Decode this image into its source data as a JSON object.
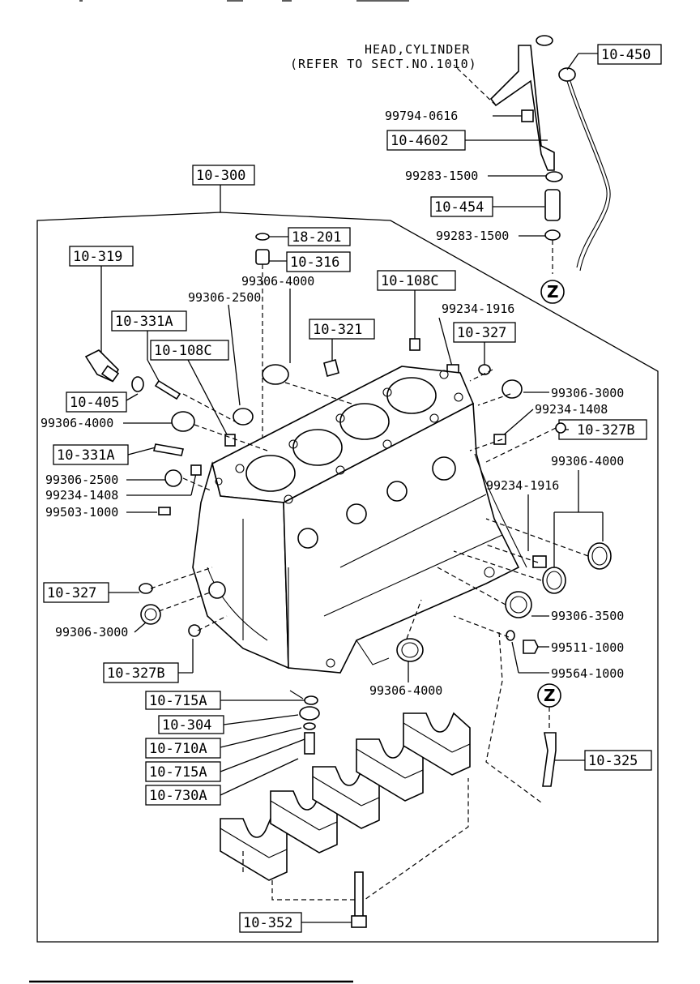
{
  "header": {
    "note_line1": "HEAD,CYLINDER",
    "note_line2": "(REFER TO SECT.NO.1010)"
  },
  "boxed_labels": {
    "b10_450": "10-450",
    "b10_4602": "10-4602",
    "b10_454": "10-454",
    "b10_300": "10-300",
    "b18_201": "18-201",
    "b10_316": "10-316",
    "b10_319": "10-319",
    "b10_108c_top": "10-108C",
    "b10_331a_top": "10-331A",
    "b10_321": "10-321",
    "b10_327_top": "10-327",
    "b10_108c_left": "10-108C",
    "b10_405": "10-405",
    "b10_327b_right": "10-327B",
    "b10_331a_mid": "10-331A",
    "b10_327_left": "10-327",
    "b10_327b_left": "10-327B",
    "b10_715a_1": "10-715A",
    "b10_304": "10-304",
    "b10_710a": "10-710A",
    "b10_715a_2": "10-715A",
    "b10_730a": "10-730A",
    "b10_325": "10-325",
    "b10_352": "10-352"
  },
  "part_numbers": {
    "p99794_0616": "99794-0616",
    "p99283_1500_a": "99283-1500",
    "p99283_1500_b": "99283-1500",
    "p99306_4000_top": "99306-4000",
    "p99306_2500_top": "99306-2500",
    "p99234_1916_top": "99234-1916",
    "p99306_3000_right": "99306-3000",
    "p99234_1408_right": "99234-1408",
    "p99306_4000_left": "99306-4000",
    "p99306_4000_right": "99306-4000",
    "p99306_2500_left": "99306-2500",
    "p99234_1408_left": "99234-1408",
    "p99503_1000": "99503-1000",
    "p99234_1916_right": "99234-1916",
    "p99306_3000_left": "99306-3000",
    "p99306_3500": "99306-3500",
    "p99511_1000": "99511-1000",
    "p99564_1000": "99564-1000",
    "p99306_4000_bottom": "99306-4000"
  },
  "markers": {
    "z_top": "Z",
    "z_bottom": "Z"
  }
}
